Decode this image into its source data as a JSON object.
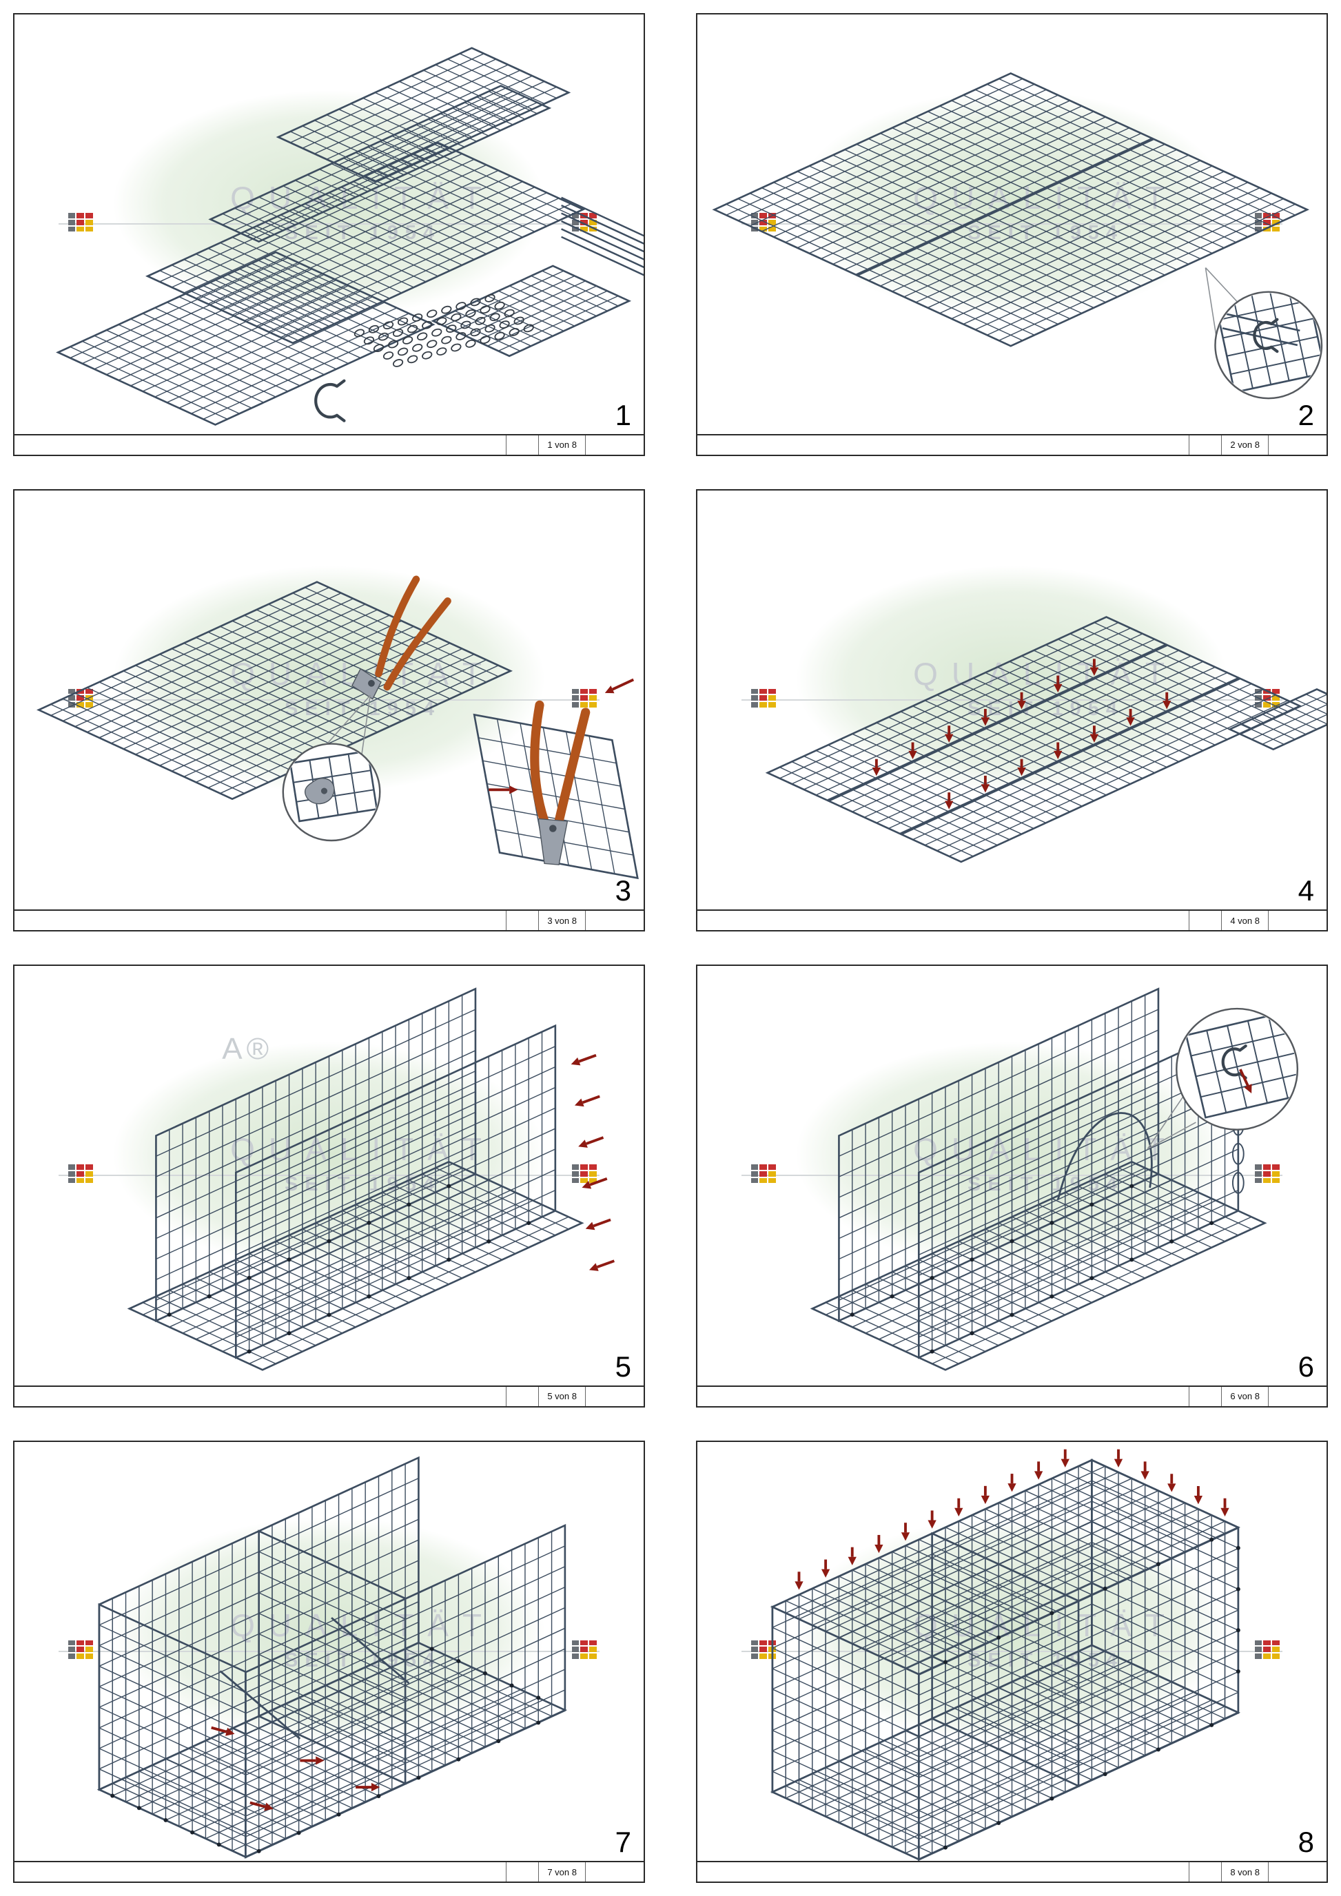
{
  "brand": {
    "watermark_title": "QUALITÄT",
    "watermark_subtitle": "SEIT 1954",
    "colors": {
      "mesh": "#3d4d60",
      "arrow": "#8e1a12",
      "plier_handle": "#b2541c",
      "metal": "#9aa1ab",
      "flag_dark": "#6a6f75",
      "flag_red": "#c62f2f",
      "flag_yellow": "#e5b50d"
    },
    "logo_pattern": [
      "flag_dark",
      "flag_red",
      "flag_red",
      "flag_dark",
      "flag_red",
      "flag_yellow",
      "flag_dark",
      "flag_yellow",
      "flag_yellow"
    ]
  },
  "panels": [
    {
      "step": "1",
      "page_label": "1 von 8",
      "scene": "parts"
    },
    {
      "step": "2",
      "page_label": "2 von 8",
      "scene": "join"
    },
    {
      "step": "3",
      "page_label": "3 von 8",
      "scene": "cut"
    },
    {
      "step": "4",
      "page_label": "4 von 8",
      "scene": "unfold"
    },
    {
      "step": "5",
      "page_label": "5 von 8",
      "scene": "raise",
      "watermark_fragment": "A®"
    },
    {
      "step": "6",
      "page_label": "6 von 8",
      "scene": "lace"
    },
    {
      "step": "7",
      "page_label": "7 von 8",
      "scene": "front"
    },
    {
      "step": "8",
      "page_label": "8 von 8",
      "scene": "lid"
    }
  ]
}
